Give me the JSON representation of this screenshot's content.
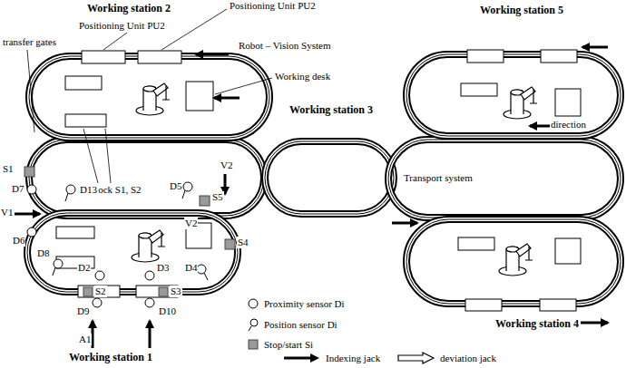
{
  "diagram": {
    "nodes": [
      {
        "text": [
          "Working station 2"
        ]
      },
      {
        "text": [
          "Working station 5"
        ]
      },
      {
        "text": [
          "Working station 1"
        ]
      },
      {
        "text": [
          "Working station 4"
        ]
      }
    ],
    "labels": [
      "Positioning Unit PU2",
      "Positioning Unit PU2",
      "Robot – Vision System",
      "Working desk",
      "transfer gates",
      "Working station 3",
      "direction",
      "Stock S1, S2",
      "Transport system",
      "S1",
      "D7",
      "D13",
      "D5",
      "S5",
      "V2",
      "V1",
      "V2",
      "S4",
      "D6",
      "D8",
      "D2",
      "D3",
      "D4",
      "S2",
      "S3",
      "D9",
      "D10",
      "A1"
    ],
    "legend": [
      {
        "text": "Proximity sensor Di"
      },
      {
        "text": "Position sensor Di"
      },
      {
        "text": "Stop/start Si",
        "color": "#9a9a9a"
      },
      {
        "text": "Indexing jack"
      },
      {
        "text": "deviation jack"
      }
    ]
  }
}
